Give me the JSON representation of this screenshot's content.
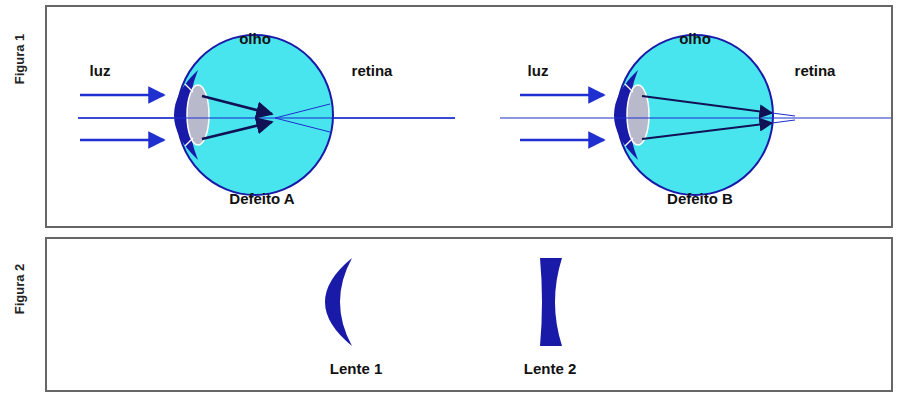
{
  "diagram": {
    "nodes": [
      {
        "text": [
          "Figura 1"
        ]
      },
      {
        "text": [
          "Figura 2"
        ]
      }
    ],
    "labels": [
      "luz",
      "olho",
      "retina",
      "Defeito A",
      "luz",
      "olho",
      "retina",
      "Defeito B",
      "Lente 1",
      "Lente 2"
    ]
  }
}
